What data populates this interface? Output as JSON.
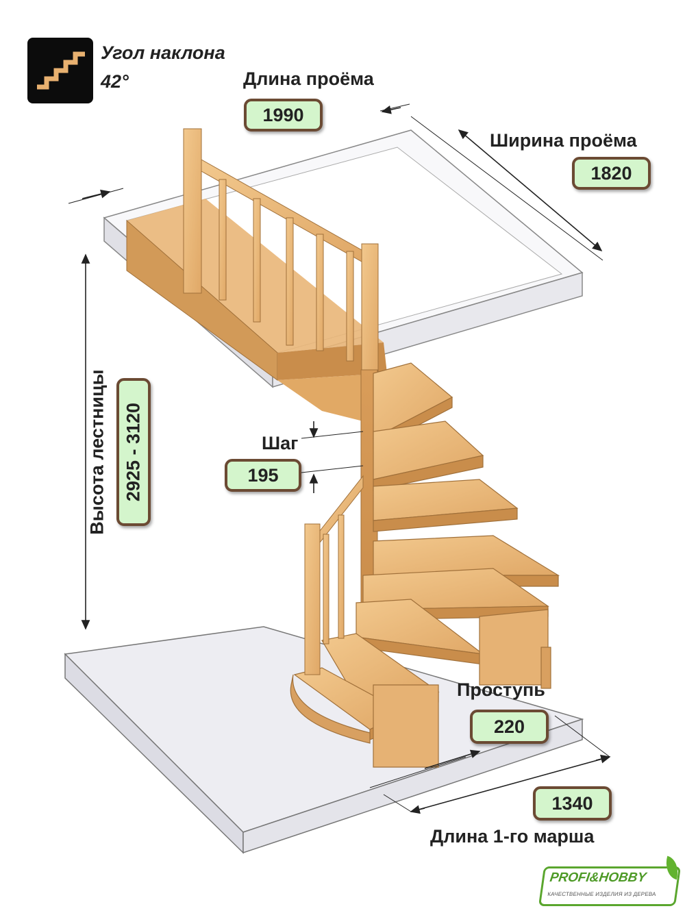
{
  "angle": {
    "title": "Угол наклона",
    "value": "42°",
    "icon": "stairs-icon"
  },
  "opening_length": {
    "label": "Длина проёма",
    "value": "1990"
  },
  "opening_width": {
    "label": "Ширина проёма",
    "value": "1820"
  },
  "stair_height": {
    "label": "Высота лестницы",
    "value": "2925 - 3120"
  },
  "step": {
    "label": "Шаг",
    "value": "195"
  },
  "tread": {
    "label": "Проступь",
    "value": "220"
  },
  "flight_length": {
    "label": "Длина 1-го марша",
    "value": "1340"
  },
  "logo": {
    "name": "PROFI&HOBBY",
    "tagline": "КАЧЕСТВЕННЫЕ ИЗДЕЛИЯ ИЗ ДЕРЕВА",
    "color": "#4e9a27"
  },
  "colors": {
    "wood": "#e9b678",
    "wood_dark": "#b88248",
    "badge_bg": "#d4f5cc",
    "badge_border": "#6b4a33"
  }
}
